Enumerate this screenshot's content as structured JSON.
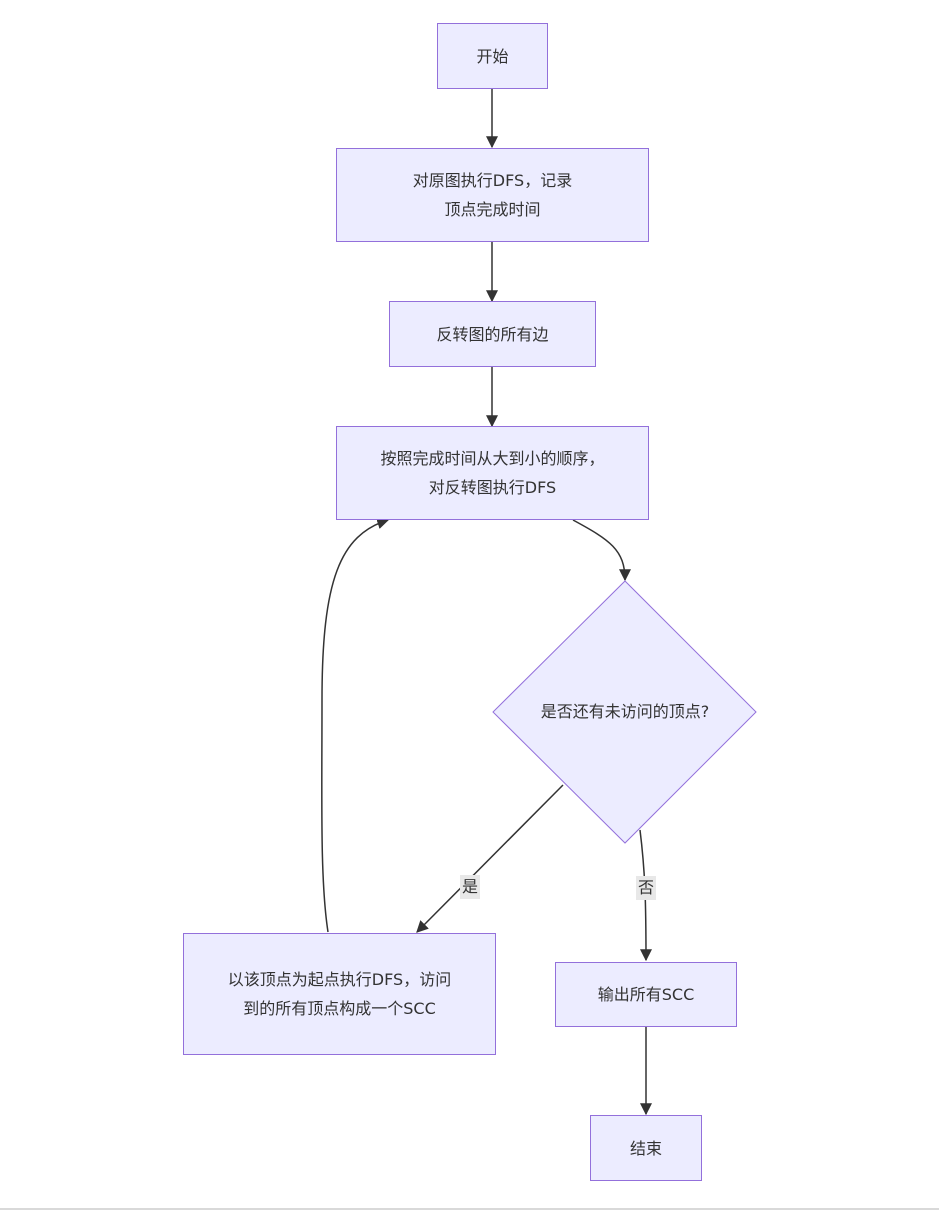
{
  "nodes": {
    "start": "开始",
    "dfs_original": "对原图执行DFS，记录顶点完成时间",
    "reverse_edges": "反转图的所有边",
    "dfs_reversed": "按照完成时间从大到小的顺序，对反转图执行DFS",
    "decision": "是否还有未访问的顶点?",
    "dfs_from_vertex": "以该顶点为起点执行DFS，访问到的所有顶点构成一个SCC",
    "output_scc": "输出所有SCC",
    "end": "结束"
  },
  "edges": {
    "yes_label": "是",
    "no_label": "否"
  },
  "colors": {
    "node_fill": "#ECECFF",
    "node_border": "#9370DB",
    "edge": "#333333",
    "edge_label_bg": "#e8e8e8"
  }
}
